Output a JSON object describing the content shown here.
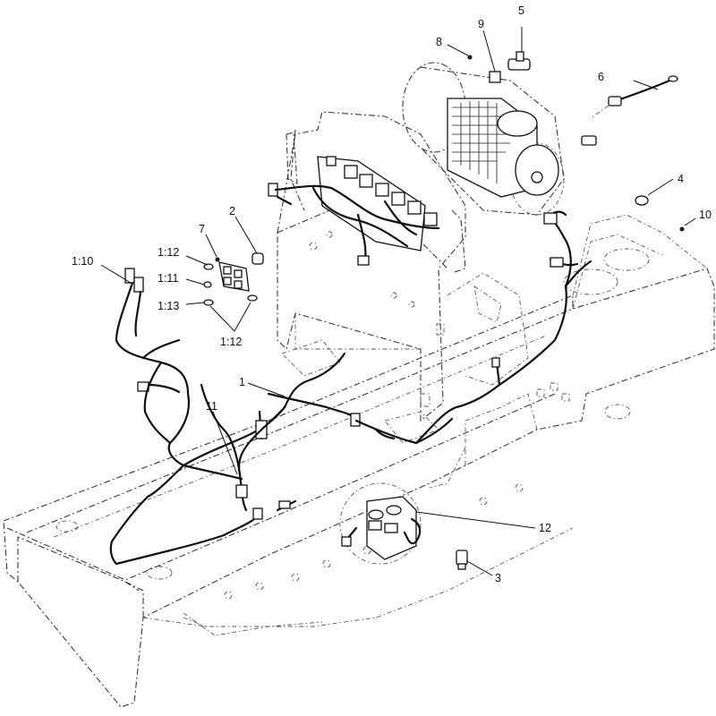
{
  "callouts": {
    "c1": "1",
    "c2": "2",
    "c3": "3",
    "c4": "4",
    "c5": "5",
    "c6": "6",
    "c7": "7",
    "c8": "8",
    "c9": "9",
    "c10": "10",
    "c11": "11",
    "c12": "12",
    "c1_10": "1:10",
    "c1_11": "1:11",
    "c1_12a": "1:12",
    "c1_12b": "1:12",
    "c1_13": "1:13"
  }
}
